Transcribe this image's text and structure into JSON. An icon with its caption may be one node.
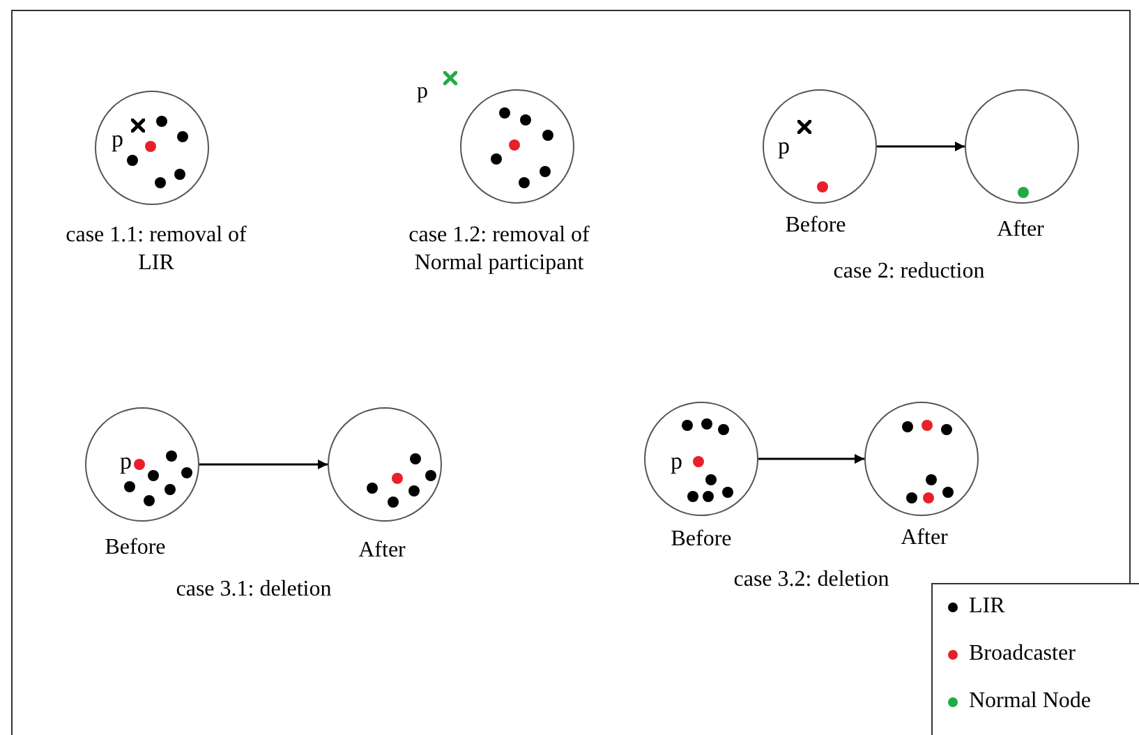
{
  "diagram": {
    "nodes": [
      {
        "text": [
          "p"
        ],
        "beside": [
          "case 1.1: removal of LIR"
        ]
      },
      {
        "text": [],
        "shape": "circle",
        "beside": [
          "case 1.2: removal of Normal participant"
        ]
      },
      {
        "text": [
          "p"
        ],
        "beside": [
          "Before"
        ]
      },
      {
        "text": [],
        "shape": "circle",
        "beside": [
          "After"
        ]
      },
      {
        "text": [
          "p"
        ],
        "beside": [
          "Before"
        ]
      },
      {
        "text": [],
        "shape": "circle",
        "beside": [
          "After"
        ]
      },
      {
        "text": [
          "p"
        ],
        "beside": [
          "Before"
        ]
      },
      {
        "text": [],
        "shape": "circle",
        "beside": [
          "After"
        ]
      }
    ],
    "edges": [
      {
        "from": 2,
        "to": 3,
        "arrow": "to"
      },
      {
        "from": 4,
        "to": 5,
        "arrow": "to"
      },
      {
        "from": 6,
        "to": 7,
        "arrow": "to"
      }
    ],
    "labels": [
      "p",
      "case 2: reduction",
      "case 3.1: deletion",
      "case 3.2: deletion"
    ],
    "legend": [
      {
        "text": "LIR",
        "color": "#000000"
      },
      {
        "text": "Broadcaster",
        "color": "#e8202a"
      },
      {
        "text": "Normal Node",
        "color": "#22aa44"
      }
    ]
  }
}
